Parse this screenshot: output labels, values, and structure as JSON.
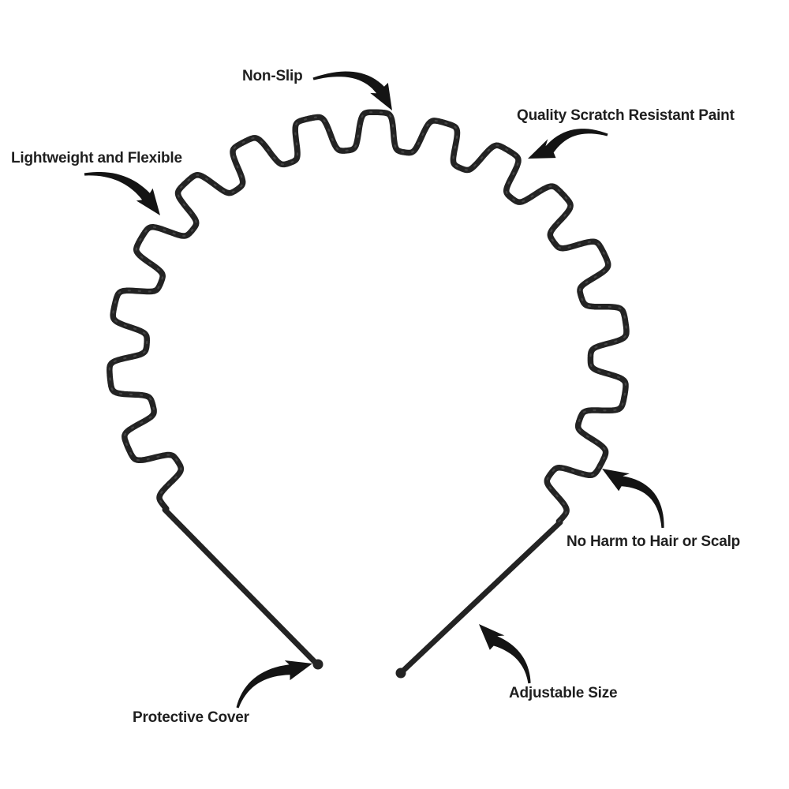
{
  "colors": {
    "background": "#ffffff",
    "wire": "#232323",
    "wire_highlight": "#6a6a6a",
    "text": "#1f1f1f",
    "arrow": "#141414"
  },
  "annotations": {
    "non_slip": "Non-Slip",
    "quality_paint": "Quality Scratch Resistant Paint",
    "lightweight": "Lightweight and Flexible",
    "no_harm": "No Harm to Hair or Scalp",
    "adjustable": "Adjustable Size",
    "protective_cover": "Protective Cover"
  }
}
